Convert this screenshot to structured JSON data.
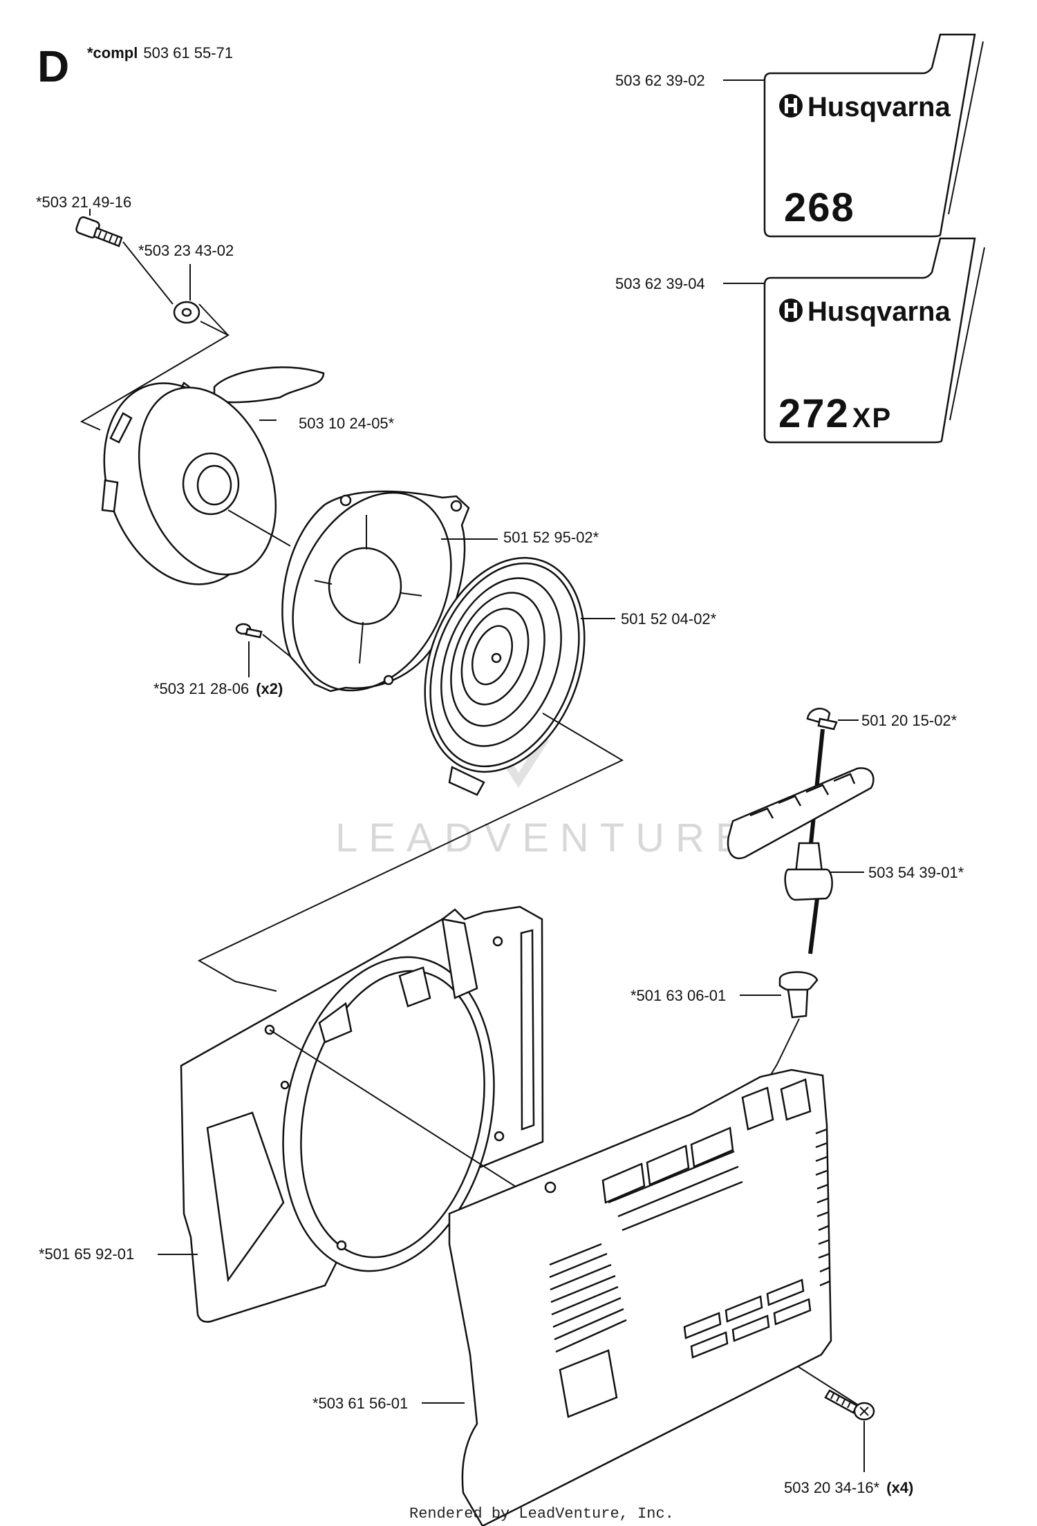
{
  "section": {
    "letter": "D",
    "compl_prefix": "*compl",
    "compl_number": "503 61 55-71"
  },
  "decals": [
    {
      "part_number": "503 62 39-02",
      "brand": "Husqvarna",
      "model": "268"
    },
    {
      "part_number": "503 62 39-04",
      "brand": "Husqvarna",
      "model": "272",
      "model_suffix": "XP"
    }
  ],
  "parts": {
    "bolt_top": "*503 21 49-16",
    "washer": "*503 23 43-02",
    "pulley": "503 10 24-05*",
    "spring_housing": "501 52 95-02*",
    "screw_small": "*503 21 28-06",
    "screw_small_qty": "(x2)",
    "recoil_spring": "501 52 04-02*",
    "rope": "501 20 15-02*",
    "handle": "503 54 39-01*",
    "rope_guide": "*501 63 06-01",
    "fan_housing": "*501 65 92-01",
    "starter_cover": "*503 61 56-01",
    "cover_screw": "503 20 34-16*",
    "cover_screw_qty": "(x4)"
  },
  "watermark": "LEADVENTURE",
  "footer": "Rendered by LeadVenture, Inc."
}
